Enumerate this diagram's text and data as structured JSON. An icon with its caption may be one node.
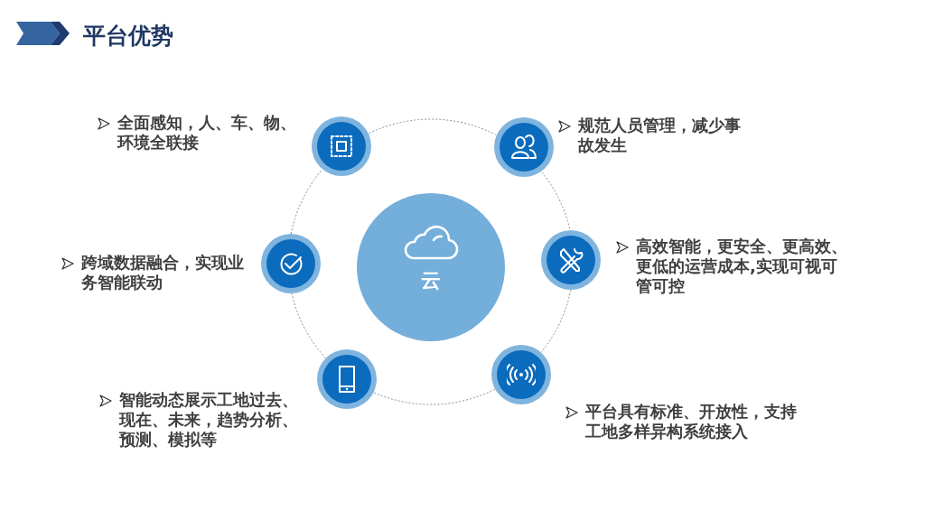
{
  "diagram": {
    "title": "平台优势",
    "nodes": [
      {
        "text": [
          "云"
        ]
      },
      {
        "text": [],
        "shape": "circle",
        "beside": [
          "全面感知，人、车、物、环境全联接"
        ]
      },
      {
        "text": [],
        "shape": "circle",
        "beside": [
          "规范人员管理，减少事故发生"
        ]
      },
      {
        "text": [],
        "shape": "circle",
        "beside": [
          "跨域数据融合，实现业务智能联动"
        ]
      },
      {
        "text": [],
        "shape": "circle",
        "beside": [
          "高效智能，更安全、更高效、更低的运营成本,实现可视可管可控"
        ]
      },
      {
        "text": [],
        "shape": "circle",
        "beside": [
          "智能动态展示工地过去、现在、未来，趋势分析、预测、模拟等"
        ]
      },
      {
        "text": [],
        "shape": "circle",
        "beside": [
          "平台具有标准、开放性，支持工地多样异构系统接入"
        ]
      }
    ],
    "edges": [
      {
        "from": 1,
        "to": 2,
        "arrow": "none",
        "style": "dashed"
      },
      {
        "from": 2,
        "to": 4,
        "arrow": "none",
        "style": "dashed"
      },
      {
        "from": 4,
        "to": 6,
        "arrow": "none",
        "style": "dashed"
      },
      {
        "from": 6,
        "to": 5,
        "arrow": "none",
        "style": "dashed"
      },
      {
        "from": 5,
        "to": 3,
        "arrow": "none",
        "style": "dashed"
      },
      {
        "from": 3,
        "to": 1,
        "arrow": "none",
        "style": "dashed"
      }
    ]
  }
}
